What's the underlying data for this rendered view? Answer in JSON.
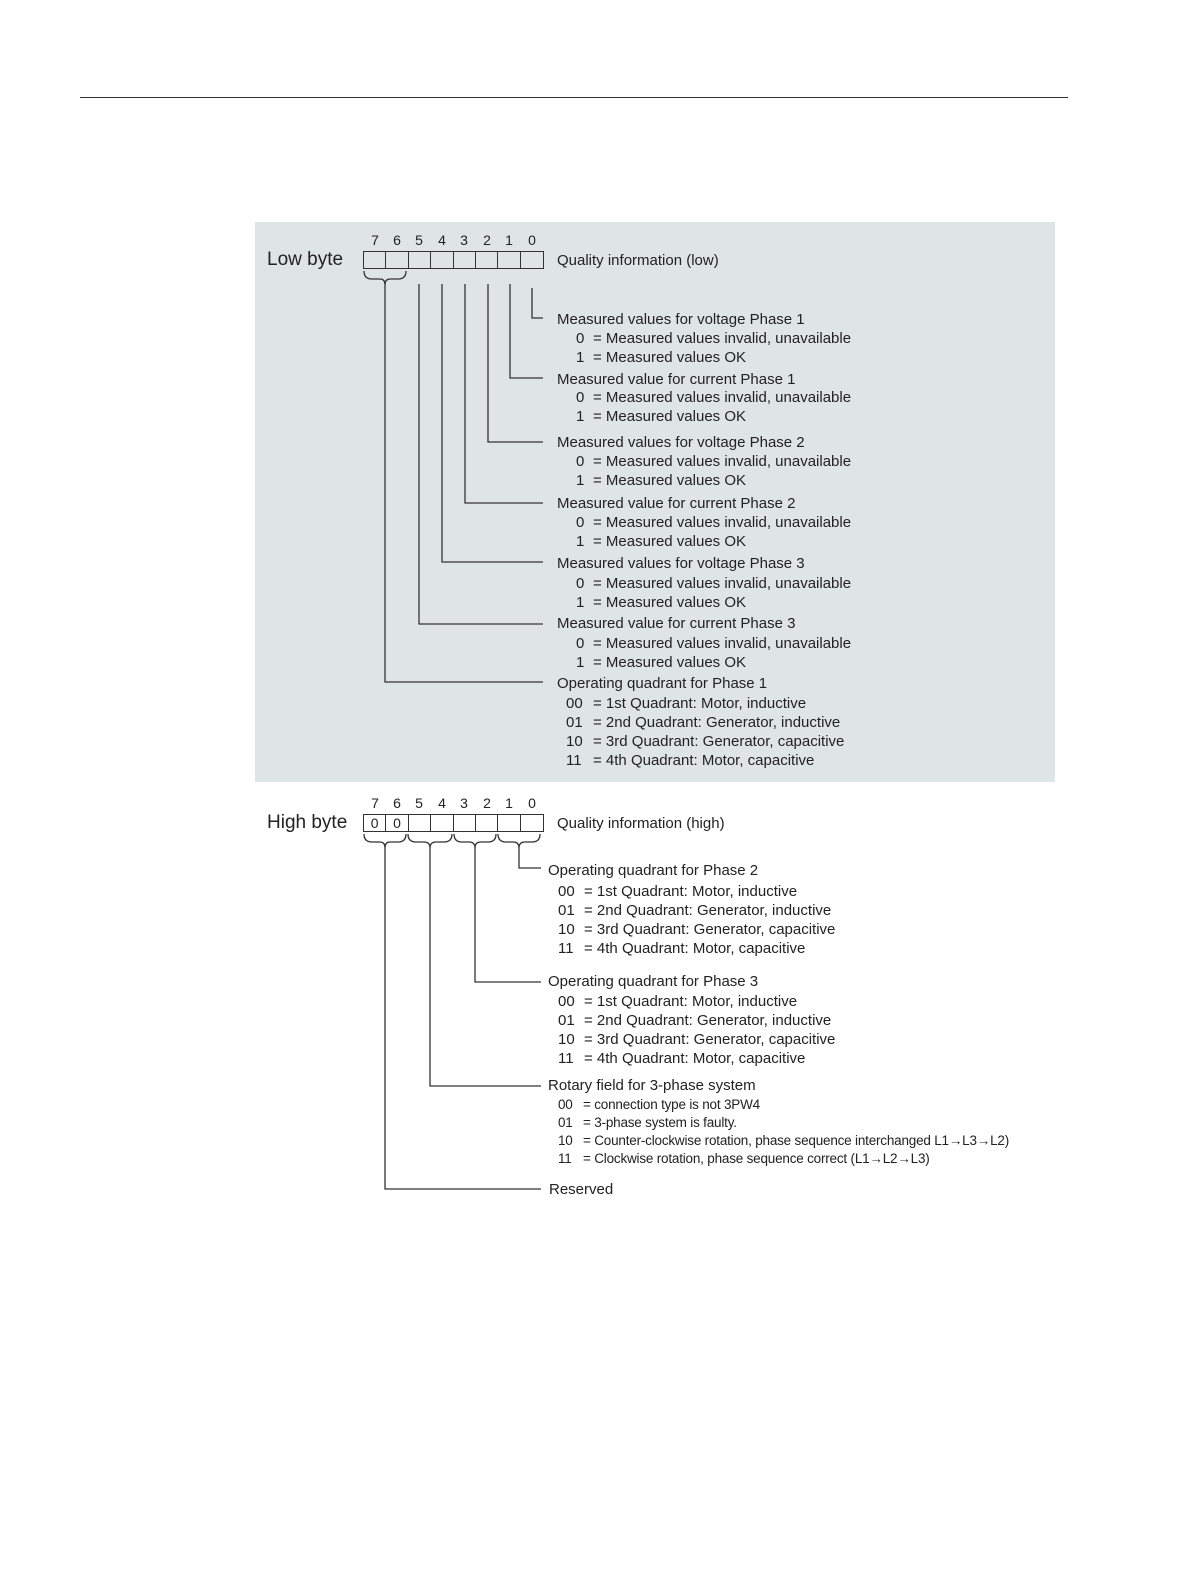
{
  "low_byte": {
    "label": "Low byte",
    "bit_numbers": [
      "7",
      "6",
      "5",
      "4",
      "3",
      "2",
      "1",
      "0"
    ],
    "cells": [
      "",
      "",
      "",
      "",
      "",
      "",
      "",
      ""
    ],
    "header": "Quality information (low)",
    "fields": [
      {
        "title": "Measured values for voltage Phase 1",
        "values": [
          {
            "code": "0",
            "text": "= Measured values invalid, unavailable"
          },
          {
            "code": "1",
            "text": "= Measured values OK"
          }
        ]
      },
      {
        "title": "Measured value for current Phase 1",
        "values": [
          {
            "code": "0",
            "text": "= Measured values invalid, unavailable"
          },
          {
            "code": "1",
            "text": "= Measured values OK"
          }
        ]
      },
      {
        "title": "Measured values for voltage Phase 2",
        "values": [
          {
            "code": "0",
            "text": "= Measured values invalid, unavailable"
          },
          {
            "code": "1",
            "text": "= Measured values OK"
          }
        ]
      },
      {
        "title": "Measured value for current Phase 2",
        "values": [
          {
            "code": "0",
            "text": "= Measured values invalid, unavailable"
          },
          {
            "code": "1",
            "text": "= Measured values OK"
          }
        ]
      },
      {
        "title": "Measured values for voltage Phase 3",
        "values": [
          {
            "code": "0",
            "text": "= Measured values invalid, unavailable"
          },
          {
            "code": "1",
            "text": "= Measured values OK"
          }
        ]
      },
      {
        "title": "Measured value for current Phase 3",
        "values": [
          {
            "code": "0",
            "text": "= Measured values invalid, unavailable"
          },
          {
            "code": "1",
            "text": "= Measured values OK"
          }
        ]
      },
      {
        "title": "Operating quadrant for Phase 1",
        "values": [
          {
            "code": "00",
            "text": "= 1st Quadrant: Motor, inductive"
          },
          {
            "code": "01",
            "text": "= 2nd Quadrant: Generator, inductive"
          },
          {
            "code": "10",
            "text": "= 3rd Quadrant: Generator, capacitive"
          },
          {
            "code": "11",
            "text": "= 4th Quadrant: Motor, capacitive"
          }
        ]
      }
    ]
  },
  "high_byte": {
    "label": "High byte",
    "bit_numbers": [
      "7",
      "6",
      "5",
      "4",
      "3",
      "2",
      "1",
      "0"
    ],
    "cells": [
      "0",
      "0",
      "",
      "",
      "",
      "",
      "",
      ""
    ],
    "header": "Quality information (high)",
    "fields": [
      {
        "title": "Operating quadrant for Phase 2",
        "values": [
          {
            "code": "00",
            "text": "= 1st Quadrant: Motor, inductive"
          },
          {
            "code": "01",
            "text": "= 2nd Quadrant: Generator, inductive"
          },
          {
            "code": "10",
            "text": "= 3rd Quadrant: Generator, capacitive"
          },
          {
            "code": "11",
            "text": "= 4th Quadrant: Motor, capacitive"
          }
        ]
      },
      {
        "title": "Operating quadrant for Phase 3",
        "values": [
          {
            "code": "00",
            "text": "= 1st Quadrant: Motor, inductive"
          },
          {
            "code": "01",
            "text": "= 2nd Quadrant: Generator, inductive"
          },
          {
            "code": "10",
            "text": "= 3rd Quadrant: Generator, capacitive"
          },
          {
            "code": "11",
            "text": "= 4th Quadrant: Motor, capacitive"
          }
        ]
      },
      {
        "title": "Rotary field for 3-phase system",
        "values": [
          {
            "code": "00",
            "text": "= connection type is not 3PW4"
          },
          {
            "code": "01",
            "text": "= 3-phase system is faulty."
          },
          {
            "code": "10",
            "text": "= Counter-clockwise rotation, phase sequence interchanged L1→L3→L2)"
          },
          {
            "code": "11",
            "text": "= Clockwise rotation, phase sequence correct (L1→L2→L3)"
          }
        ]
      },
      {
        "title": "Reserved",
        "values": []
      }
    ]
  }
}
